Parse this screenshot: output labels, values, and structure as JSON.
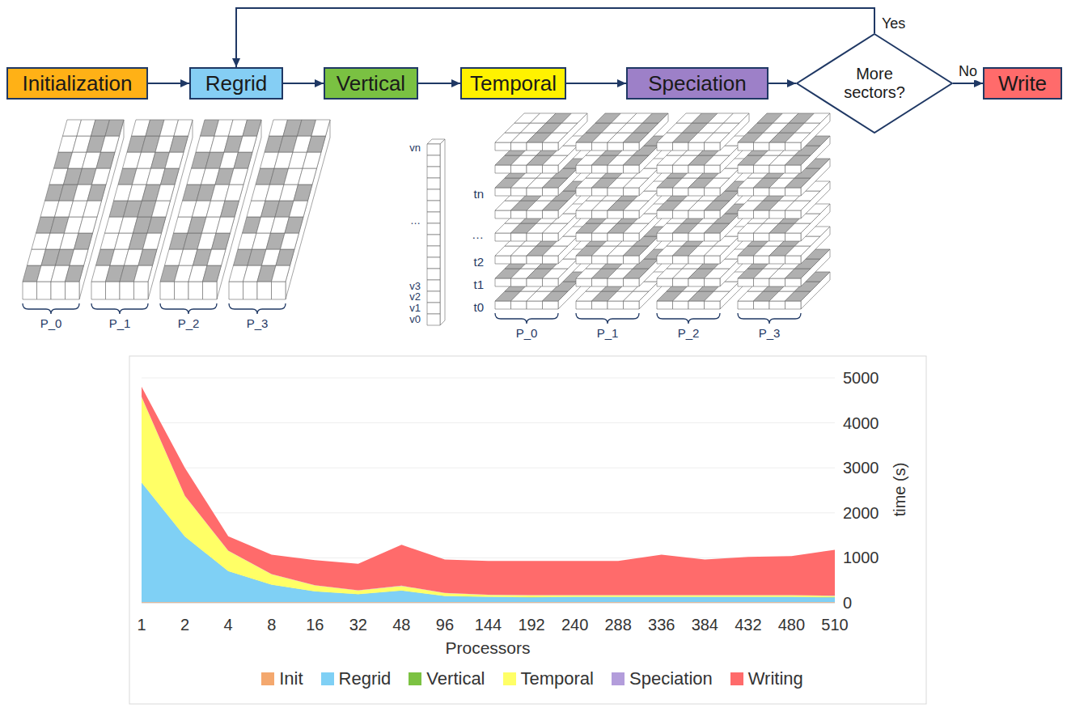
{
  "diagram": {
    "nodes": [
      {
        "text": [
          "Initialization"
        ]
      },
      {
        "text": [
          "Regrid"
        ]
      },
      {
        "text": [
          "Vertical"
        ]
      },
      {
        "text": [
          "Temporal"
        ]
      },
      {
        "text": [
          "Speciation"
        ]
      },
      {
        "text": [
          "More sectors?"
        ]
      },
      {
        "text": [
          "Write"
        ]
      }
    ],
    "edges": [
      {
        "from": 0,
        "to": 1,
        "arrow": "to"
      },
      {
        "from": 1,
        "to": 2,
        "arrow": "to"
      },
      {
        "from": 2,
        "to": 3,
        "arrow": "to"
      },
      {
        "from": 3,
        "to": 4,
        "arrow": "to"
      },
      {
        "from": 4,
        "to": 5,
        "arrow": "to"
      },
      {
        "from": 5,
        "to": 1,
        "label": "Yes",
        "arrow": "to"
      },
      {
        "from": 5,
        "to": 6,
        "label": "No",
        "arrow": "to"
      }
    ],
    "labels": [
      "P_0",
      "P_1",
      "P_2",
      "P_3",
      "vn",
      "…",
      "v3",
      "v2",
      "v1",
      "v0",
      "tn",
      "…",
      "t2",
      "t1",
      "t0",
      "P_0",
      "P_1",
      "P_2",
      "P_3",
      "5000",
      "4000",
      "3000",
      "2000",
      "1000",
      "0",
      "time (s)",
      "1",
      "2",
      "4",
      "8",
      "16",
      "32",
      "48",
      "96",
      "144",
      "192",
      "240",
      "288",
      "336",
      "384",
      "432",
      "480",
      "510",
      "Processors"
    ],
    "legend": [
      {
        "text": "Init",
        "color": "#f4a86e"
      },
      {
        "text": "Regrid",
        "color": "#7fd0f5"
      },
      {
        "text": "Vertical",
        "color": "#7cc242"
      },
      {
        "text": "Temporal",
        "color": "#ffff66"
      },
      {
        "text": "Speciation",
        "color": "#b39ddb"
      },
      {
        "text": "Writing",
        "color": "#ff6b6b"
      }
    ]
  }
}
